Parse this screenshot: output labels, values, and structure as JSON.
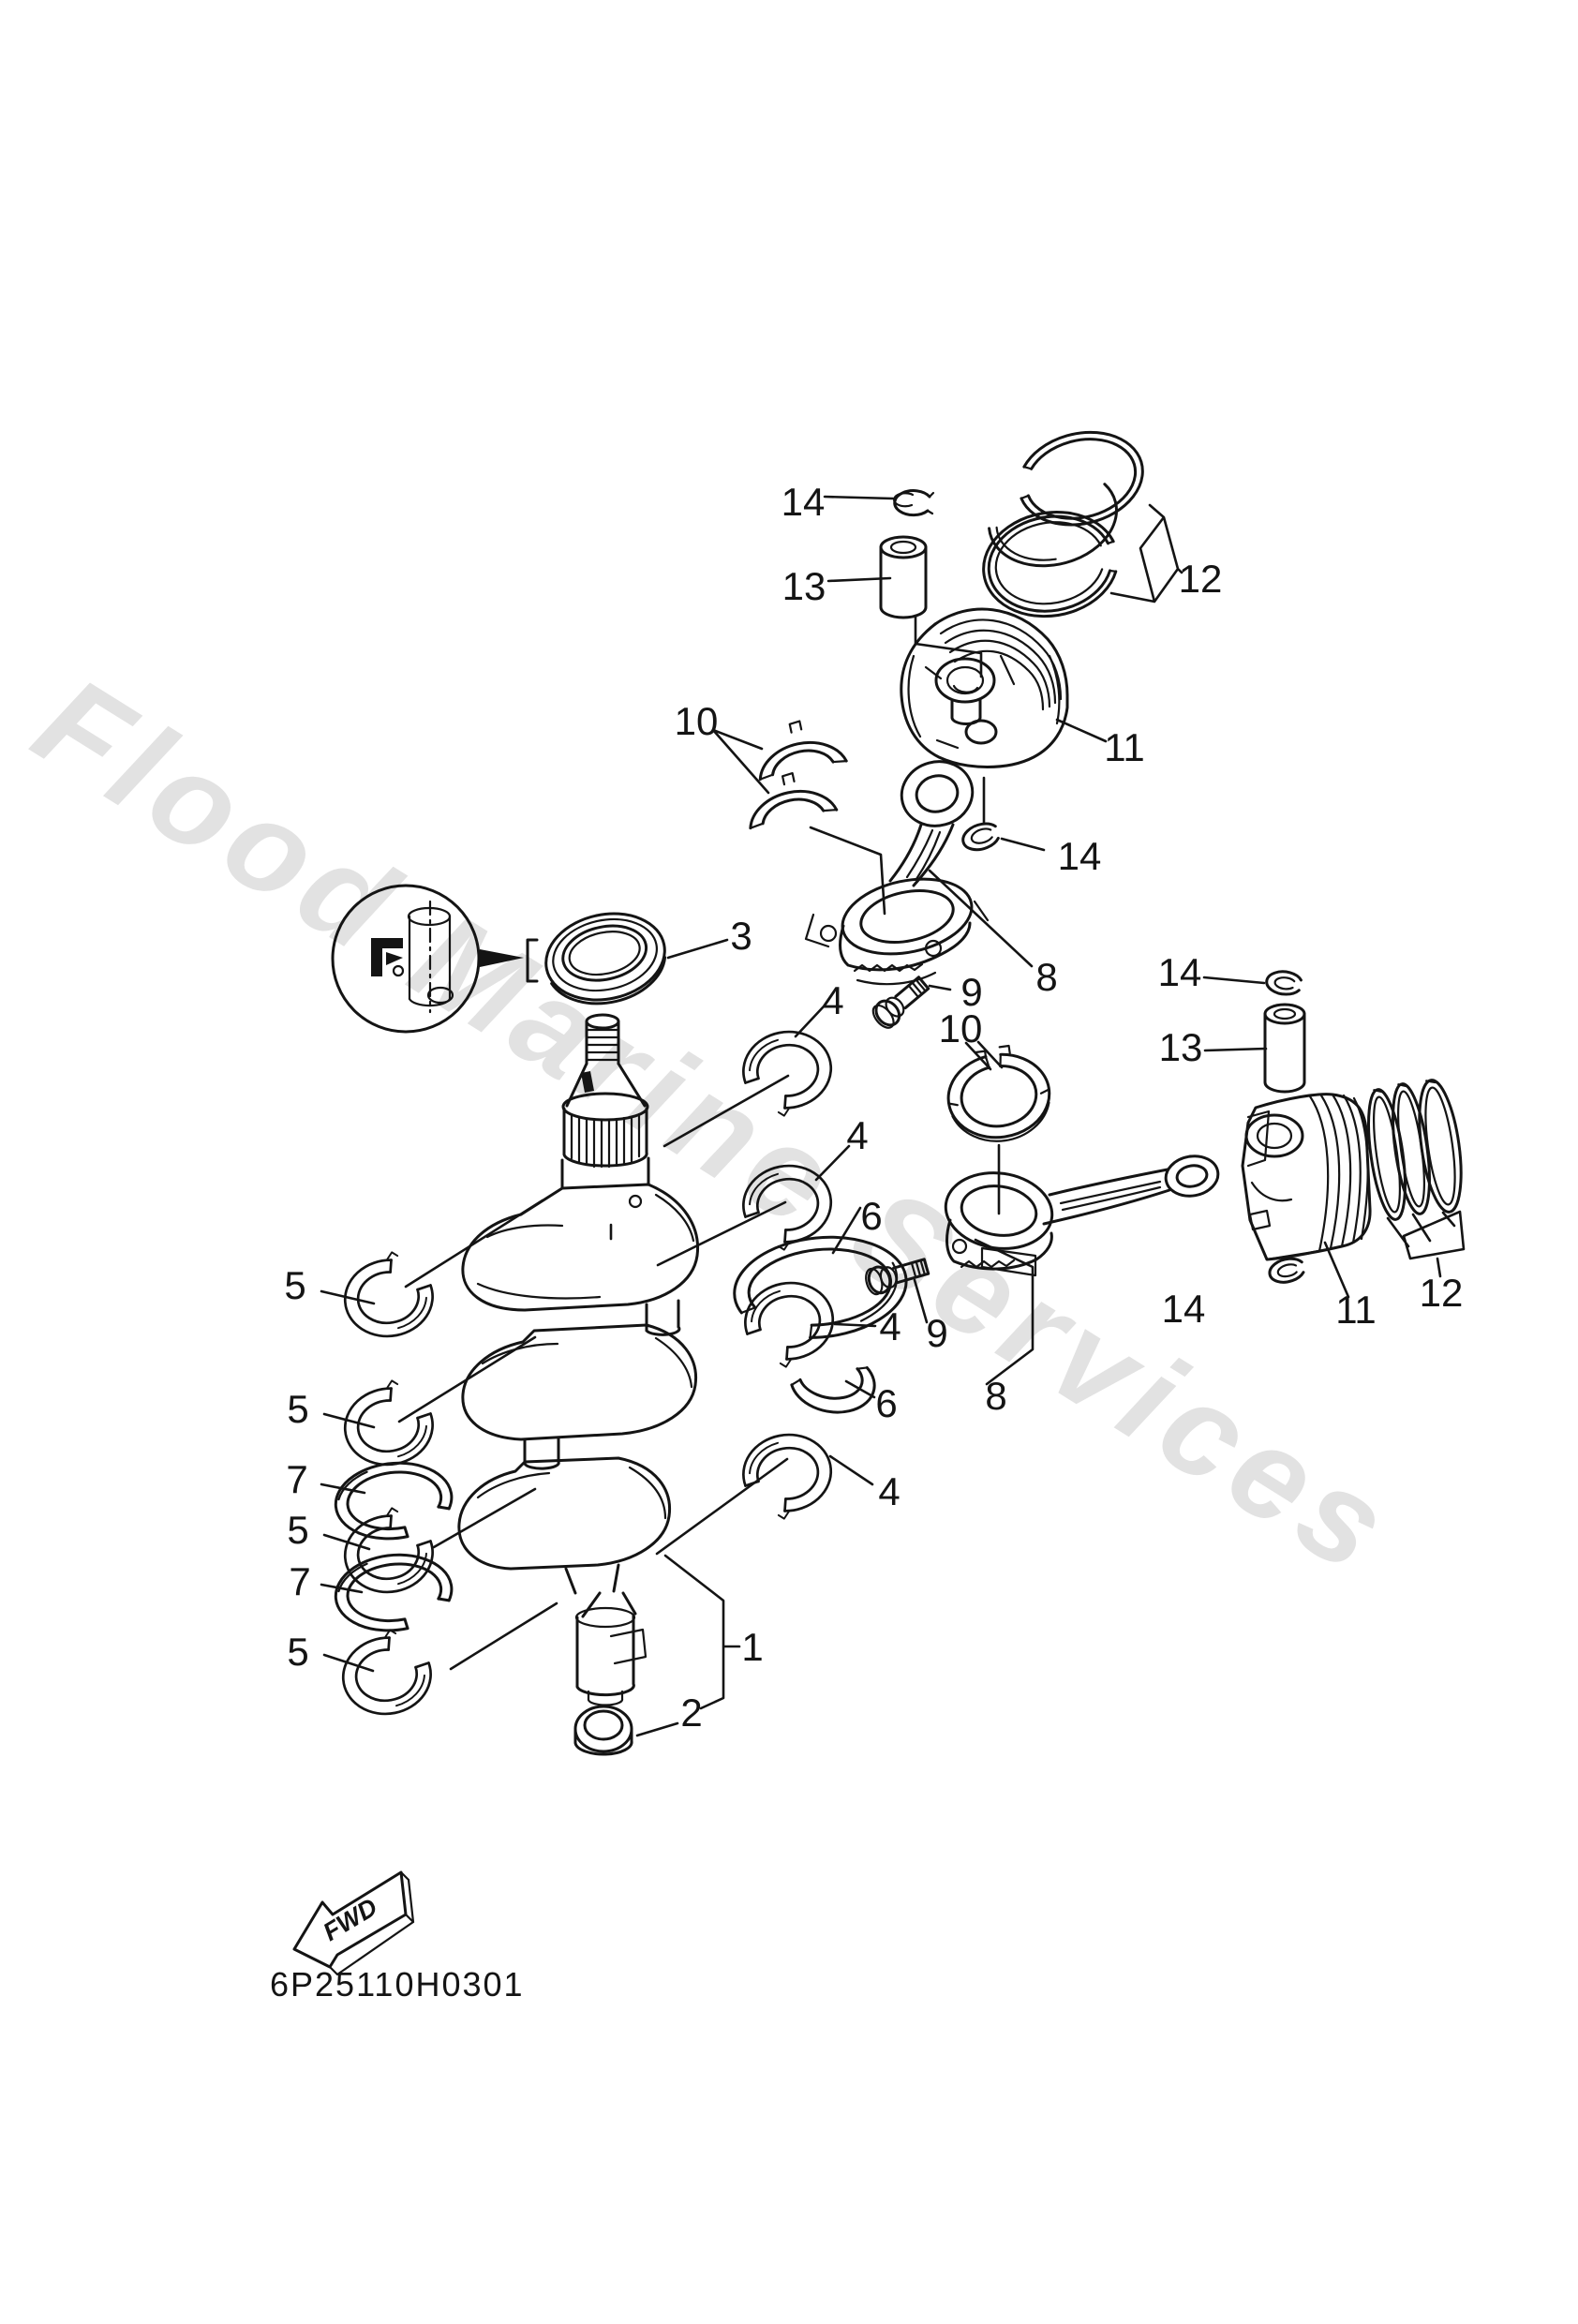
{
  "watermark": {
    "text": "Flood Marine Services",
    "color": "#e2e2e2"
  },
  "footer": {
    "drawing_code": "6P25110H0301"
  },
  "fwd_arrow": {
    "label": "FWD"
  },
  "callout_labels": {
    "c1": "1",
    "c2": "2",
    "c3": "3",
    "c4": "4",
    "c5": "5",
    "c6": "6",
    "c7": "7",
    "c8": "8",
    "c9": "9",
    "c10": "10",
    "c11": "11",
    "c12": "12",
    "c13": "13",
    "c14": "14"
  }
}
